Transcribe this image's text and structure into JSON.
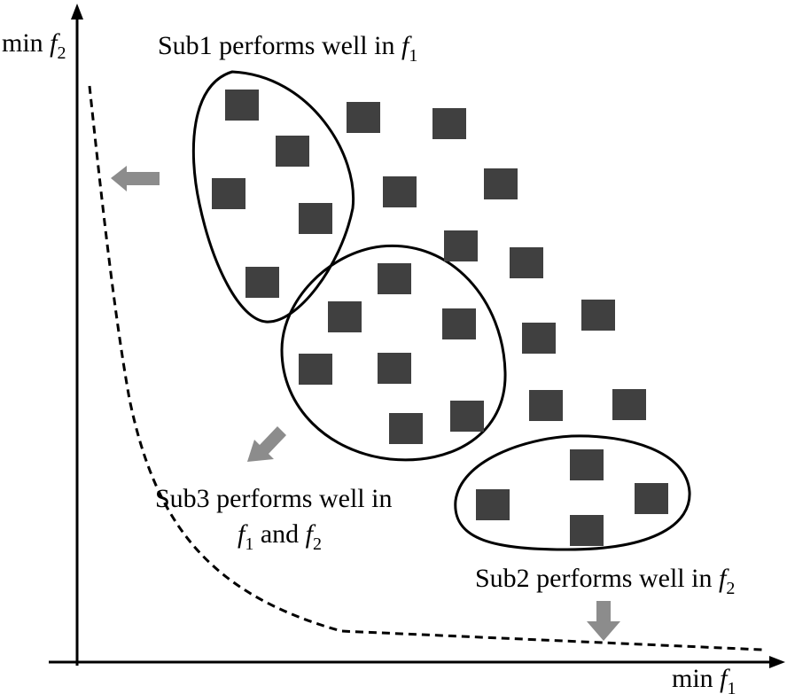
{
  "axes": {
    "y_label": {
      "prefix": "min ",
      "var": "f",
      "sub": "2"
    },
    "x_label": {
      "prefix": "min ",
      "var": "f",
      "sub": "1"
    }
  },
  "groups": [
    {
      "id": "sub1",
      "label": {
        "text": "Sub1 performs well in ",
        "var": "f",
        "sub": "1"
      }
    },
    {
      "id": "sub2",
      "label": {
        "text": "Sub2 performs well in ",
        "var": "f",
        "sub": "2"
      }
    },
    {
      "id": "sub3",
      "label_line1": "Sub3 performs well in",
      "label_line2": {
        "var1": "f",
        "sub1": "1",
        "and": " and ",
        "var2": "f",
        "sub2": "2"
      }
    }
  ],
  "colors": {
    "point": "#404040",
    "arrow": "#8c8c8c",
    "axis": "#000000",
    "front": "#000000",
    "outline": "#000000"
  }
}
